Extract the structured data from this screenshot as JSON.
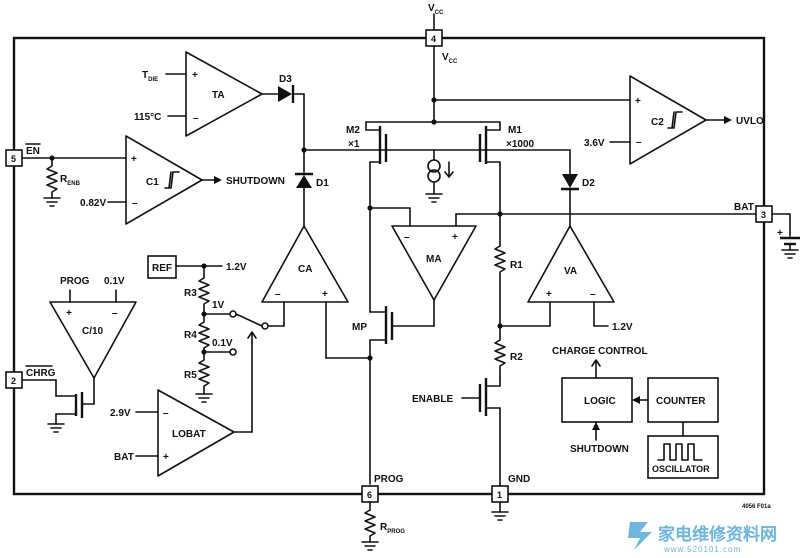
{
  "pins": {
    "vcc": {
      "number": "4",
      "name": "V",
      "sub": "CC"
    },
    "en": {
      "number": "5",
      "name": "EN"
    },
    "chrg": {
      "number": "2",
      "name": "CHRG"
    },
    "bat": {
      "number": "3",
      "name": "BAT"
    },
    "prog": {
      "number": "6",
      "name": "PROG"
    },
    "gnd": {
      "number": "1",
      "name": "GND"
    }
  },
  "internal_vcc": {
    "name": "V",
    "sub": "CC"
  },
  "ta": {
    "name": "TA",
    "in_plus": "T",
    "in_plus_sub": "DIE",
    "in_minus": "115°C"
  },
  "diodes": {
    "d1": "D1",
    "d2": "D2",
    "d3": "D3"
  },
  "c1": {
    "name": "C1",
    "ref": "0.82V",
    "output": "SHUTDOWN"
  },
  "renb": {
    "name": "R",
    "sub": "ENB"
  },
  "c2": {
    "name": "C2",
    "ref": "3.6V",
    "output": "UVLO"
  },
  "m2": {
    "name": "M2",
    "ratio": "×1"
  },
  "m1": {
    "name": "M1",
    "ratio": "×1000"
  },
  "ma": {
    "name": "MA"
  },
  "ca": {
    "name": "CA"
  },
  "va": {
    "name": "VA",
    "ref": "1.2V"
  },
  "mp": {
    "name": "MP"
  },
  "ref_block": {
    "name": "REF",
    "voltage": "1.2V"
  },
  "divider": {
    "r3": "R3",
    "r4": "R4",
    "r5": "R5",
    "tap_1v": "1V",
    "tap_01v": "0.1V"
  },
  "r1": "R1",
  "r2": "R2",
  "c10": {
    "name": "C/10",
    "in_plus": "PROG",
    "in_minus": "0.1V"
  },
  "lobat": {
    "name": "LOBAT",
    "ref": "2.9V",
    "input": "BAT"
  },
  "enable": "ENABLE",
  "charge_control": "CHARGE CONTROL",
  "logic": "LOGIC",
  "counter": "COUNTER",
  "logic_shutdown": "SHUTDOWN",
  "oscillator": "OSCILLATOR",
  "rprog": {
    "name": "R",
    "sub": "PROG"
  },
  "figure_id": "4056 F01a",
  "watermark": {
    "cn": "家电维修资料网",
    "url": "www.520101.com"
  }
}
